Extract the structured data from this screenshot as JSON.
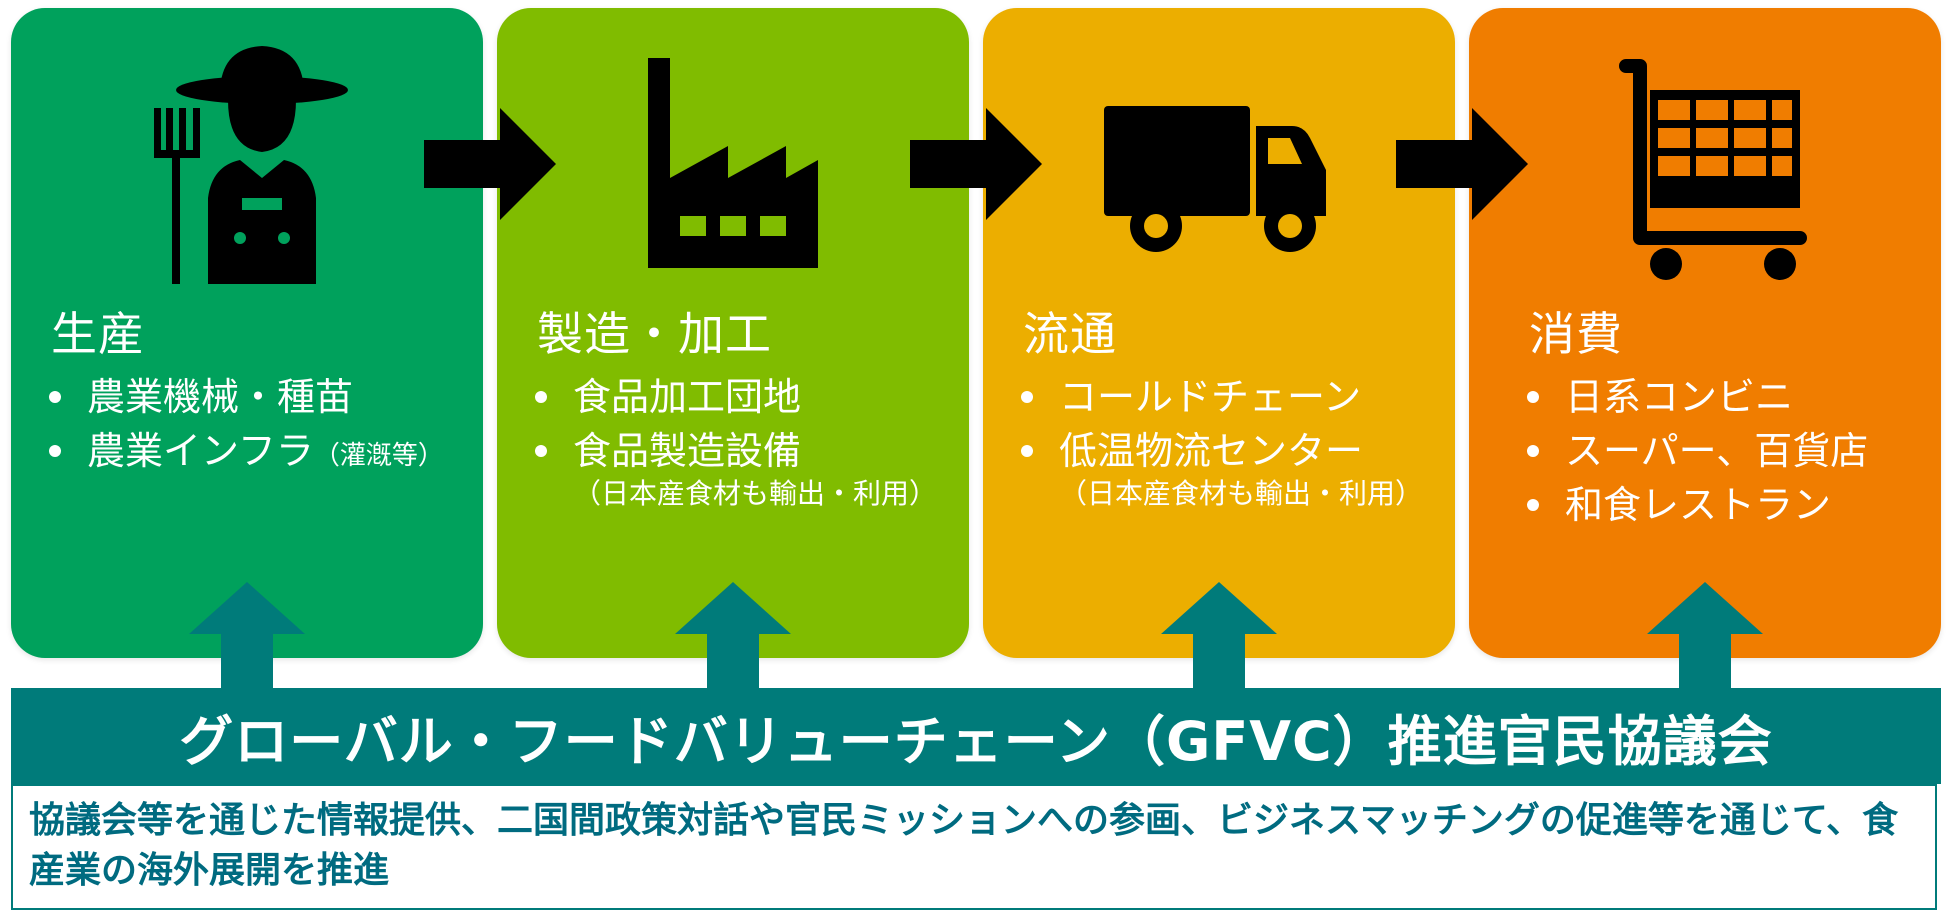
{
  "stages": [
    {
      "icon": "farmer-icon",
      "title": "生産",
      "items": [
        {
          "text": "農業機械・種苗",
          "small": "",
          "sub": ""
        },
        {
          "text": "農業インフラ",
          "small": "（灌漑等）",
          "sub": ""
        }
      ]
    },
    {
      "icon": "factory-icon",
      "title": "製造・加工",
      "items": [
        {
          "text": "食品加工団地",
          "small": "",
          "sub": ""
        },
        {
          "text": "食品製造設備",
          "small": "",
          "sub": "（日本産食材も輸出・利用）"
        }
      ]
    },
    {
      "icon": "truck-icon",
      "title": "流通",
      "items": [
        {
          "text": "コールドチェーン",
          "small": "",
          "sub": ""
        },
        {
          "text": "低温物流センター",
          "small": "",
          "sub": "（日本産食材も輸出・利用）"
        }
      ]
    },
    {
      "icon": "shopping-cart-icon",
      "title": "消費",
      "items": [
        {
          "text": "日系コンビニ",
          "small": "",
          "sub": ""
        },
        {
          "text": "スーパー、百貨店",
          "small": "",
          "sub": ""
        },
        {
          "text": "和食レストラン",
          "small": "",
          "sub": ""
        }
      ]
    }
  ],
  "banner": {
    "title": "グローバル・フードバリューチェーン（GFVC）推進官民協議会"
  },
  "description": "協議会等を通じた情報提供、二国間政策対話や官民ミッションへの参画、ビジネスマッチングの促進等を通じて、食産業の海外展開を推進",
  "colors": {
    "stage1": "#00a15c",
    "stage2": "#80bc00",
    "stage3": "#ecae00",
    "stage4": "#f07d00",
    "teal": "#007b7a",
    "arrow": "#000000"
  }
}
